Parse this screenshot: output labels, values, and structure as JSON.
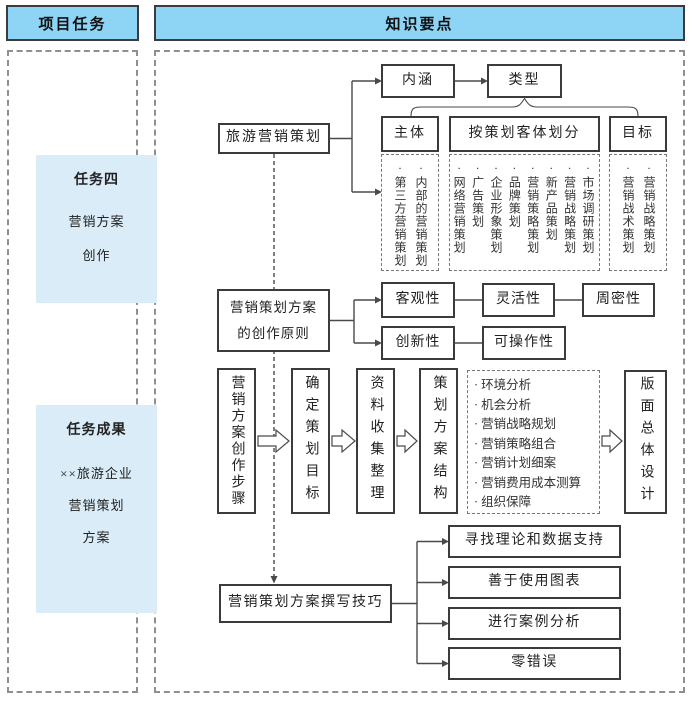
{
  "colors": {
    "header_fill": "#8dd4f5",
    "panel_fill": "#d9ecf8",
    "border": "#3b3b3b",
    "line": "#4a4a4a"
  },
  "left_panel": {
    "header": "项目任务",
    "task_box": {
      "title": "任务四",
      "lines": [
        "营销方案",
        "创作"
      ]
    },
    "result_box": {
      "title": "任务成果",
      "lines": [
        "××旅游企业",
        "营销策划",
        "方案"
      ]
    }
  },
  "right_panel": {
    "header": "知识要点",
    "planning": {
      "root": "旅游营销策划",
      "connotation": "内涵",
      "type": "类型",
      "categories": [
        {
          "label": "主体",
          "items": [
            "内部的营销策划",
            "第三方营销策划"
          ]
        },
        {
          "label": "按策划客体划分",
          "items": [
            "市场调研策划",
            "营销战略策划",
            "新产品策划",
            "营销策略策划",
            "品牌策划",
            "企业形象策划",
            "广告策划",
            "网络营销策划"
          ]
        },
        {
          "label": "目标",
          "items": [
            "营销战略策划",
            "营销战术策划"
          ]
        }
      ]
    },
    "principles": {
      "root": [
        "营销策划方案",
        "的创作原则"
      ],
      "row1": [
        "客观性",
        "灵活性",
        "周密性"
      ],
      "row2": [
        "创新性",
        "可操作性"
      ]
    },
    "steps": {
      "sequence": [
        "营销方案创作步骤",
        "确定策划目标",
        "资料收集整理",
        "策划方案结构"
      ],
      "structure_items": [
        "环境分析",
        "机会分析",
        "营销战略规划",
        "营销策略组合",
        "营销计划细案",
        "营销费用成本测算",
        "组织保障"
      ],
      "final": "版面总体设计"
    },
    "writing_tips": {
      "root": "营销策划方案撰写技巧",
      "tips": [
        "寻找理论和数据支持",
        "善于使用图表",
        "进行案例分析",
        "零错误"
      ]
    }
  }
}
